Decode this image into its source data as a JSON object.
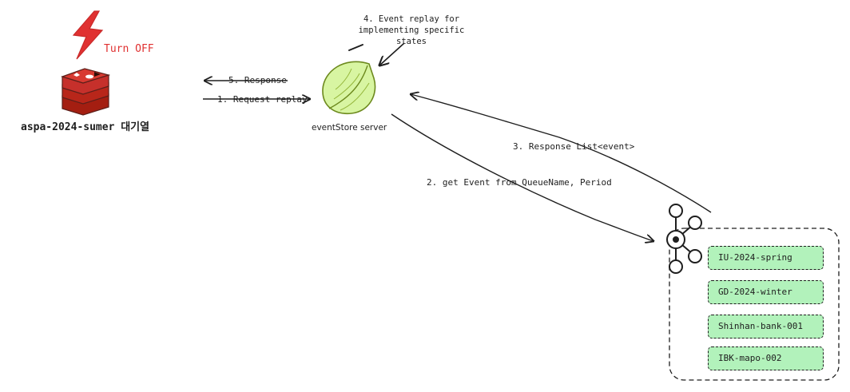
{
  "redis": {
    "status_label": "Turn OFF",
    "caption": "aspa-2024-sumer 대기열",
    "icon": "redis-icon",
    "bolt_icon": "lightning-bolt-icon",
    "status_color": "#e03131"
  },
  "event_store": {
    "caption": "eventStore server",
    "icon": "spring-leaf-icon",
    "note": "4. Event replay for implementing specific states"
  },
  "arrows": {
    "response": "5. Response",
    "request_replay": "1. Request replay",
    "get_event": "2. get Event from QueueName, Period",
    "response_list": "3. Response List<event>"
  },
  "queues": {
    "icon": "kafka-icon",
    "items": [
      "IU-2024-spring",
      "GD-2024-winter",
      "Shinhan-bank-001",
      "IBK-mapo-002"
    ],
    "fill_color": "#b2f2bb"
  }
}
